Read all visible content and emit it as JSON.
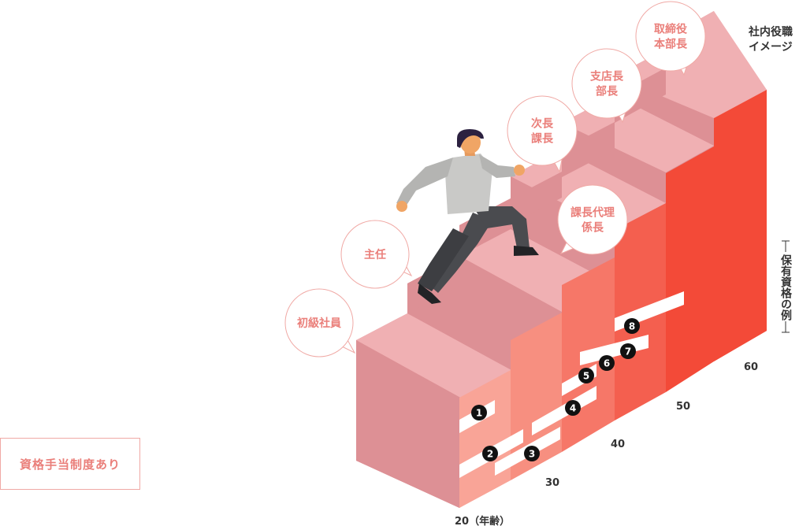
{
  "title_line1": "社内役職",
  "title_line2": "イメージ",
  "vertical_label": "保有資格の例",
  "qualification_allowance": "資格手当制度あり",
  "age_axis": {
    "unit": "（年齢）",
    "ticks": [
      "20",
      "30",
      "40",
      "50",
      "60"
    ]
  },
  "positions": [
    {
      "lines": [
        "初級社員"
      ]
    },
    {
      "lines": [
        "主任"
      ]
    },
    {
      "lines": [
        "課長代理",
        "係長"
      ]
    },
    {
      "lines": [
        "次長",
        "課長"
      ]
    },
    {
      "lines": [
        "支店長",
        "部長"
      ]
    },
    {
      "lines": [
        "取締役",
        "本部長"
      ]
    }
  ],
  "qualification_markers": [
    "1",
    "2",
    "3",
    "4",
    "5",
    "6",
    "7",
    "8"
  ],
  "colors": {
    "step_top": "#f0b0b3",
    "step_left": "#dd9095",
    "accent_text": "#ea7f7a",
    "badge_border": "#f0a9a5",
    "front_faces": [
      "#f9a497",
      "#f78f80",
      "#f67768",
      "#f45f4f",
      "#f34a38"
    ]
  }
}
